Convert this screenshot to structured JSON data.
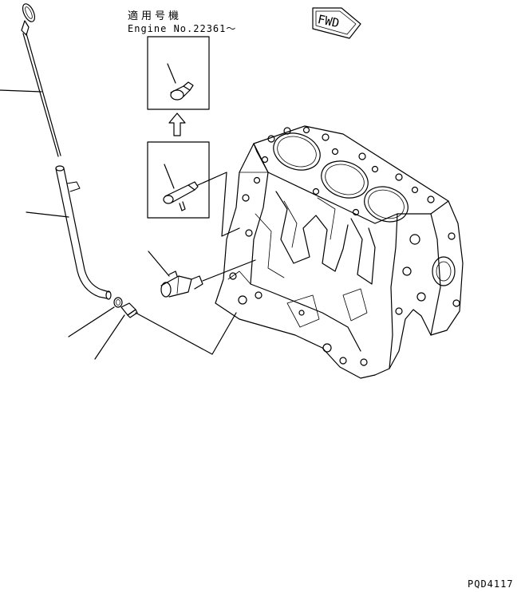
{
  "header": {
    "applicability_jp": "適用号機",
    "engine_serial": "Engine No.22361〜"
  },
  "direction_tag": {
    "label": "FWD",
    "icon": "fwd-arrow-icon"
  },
  "figure_code": "PQD4117",
  "colors": {
    "ink": "#000000",
    "background": "#ffffff"
  }
}
